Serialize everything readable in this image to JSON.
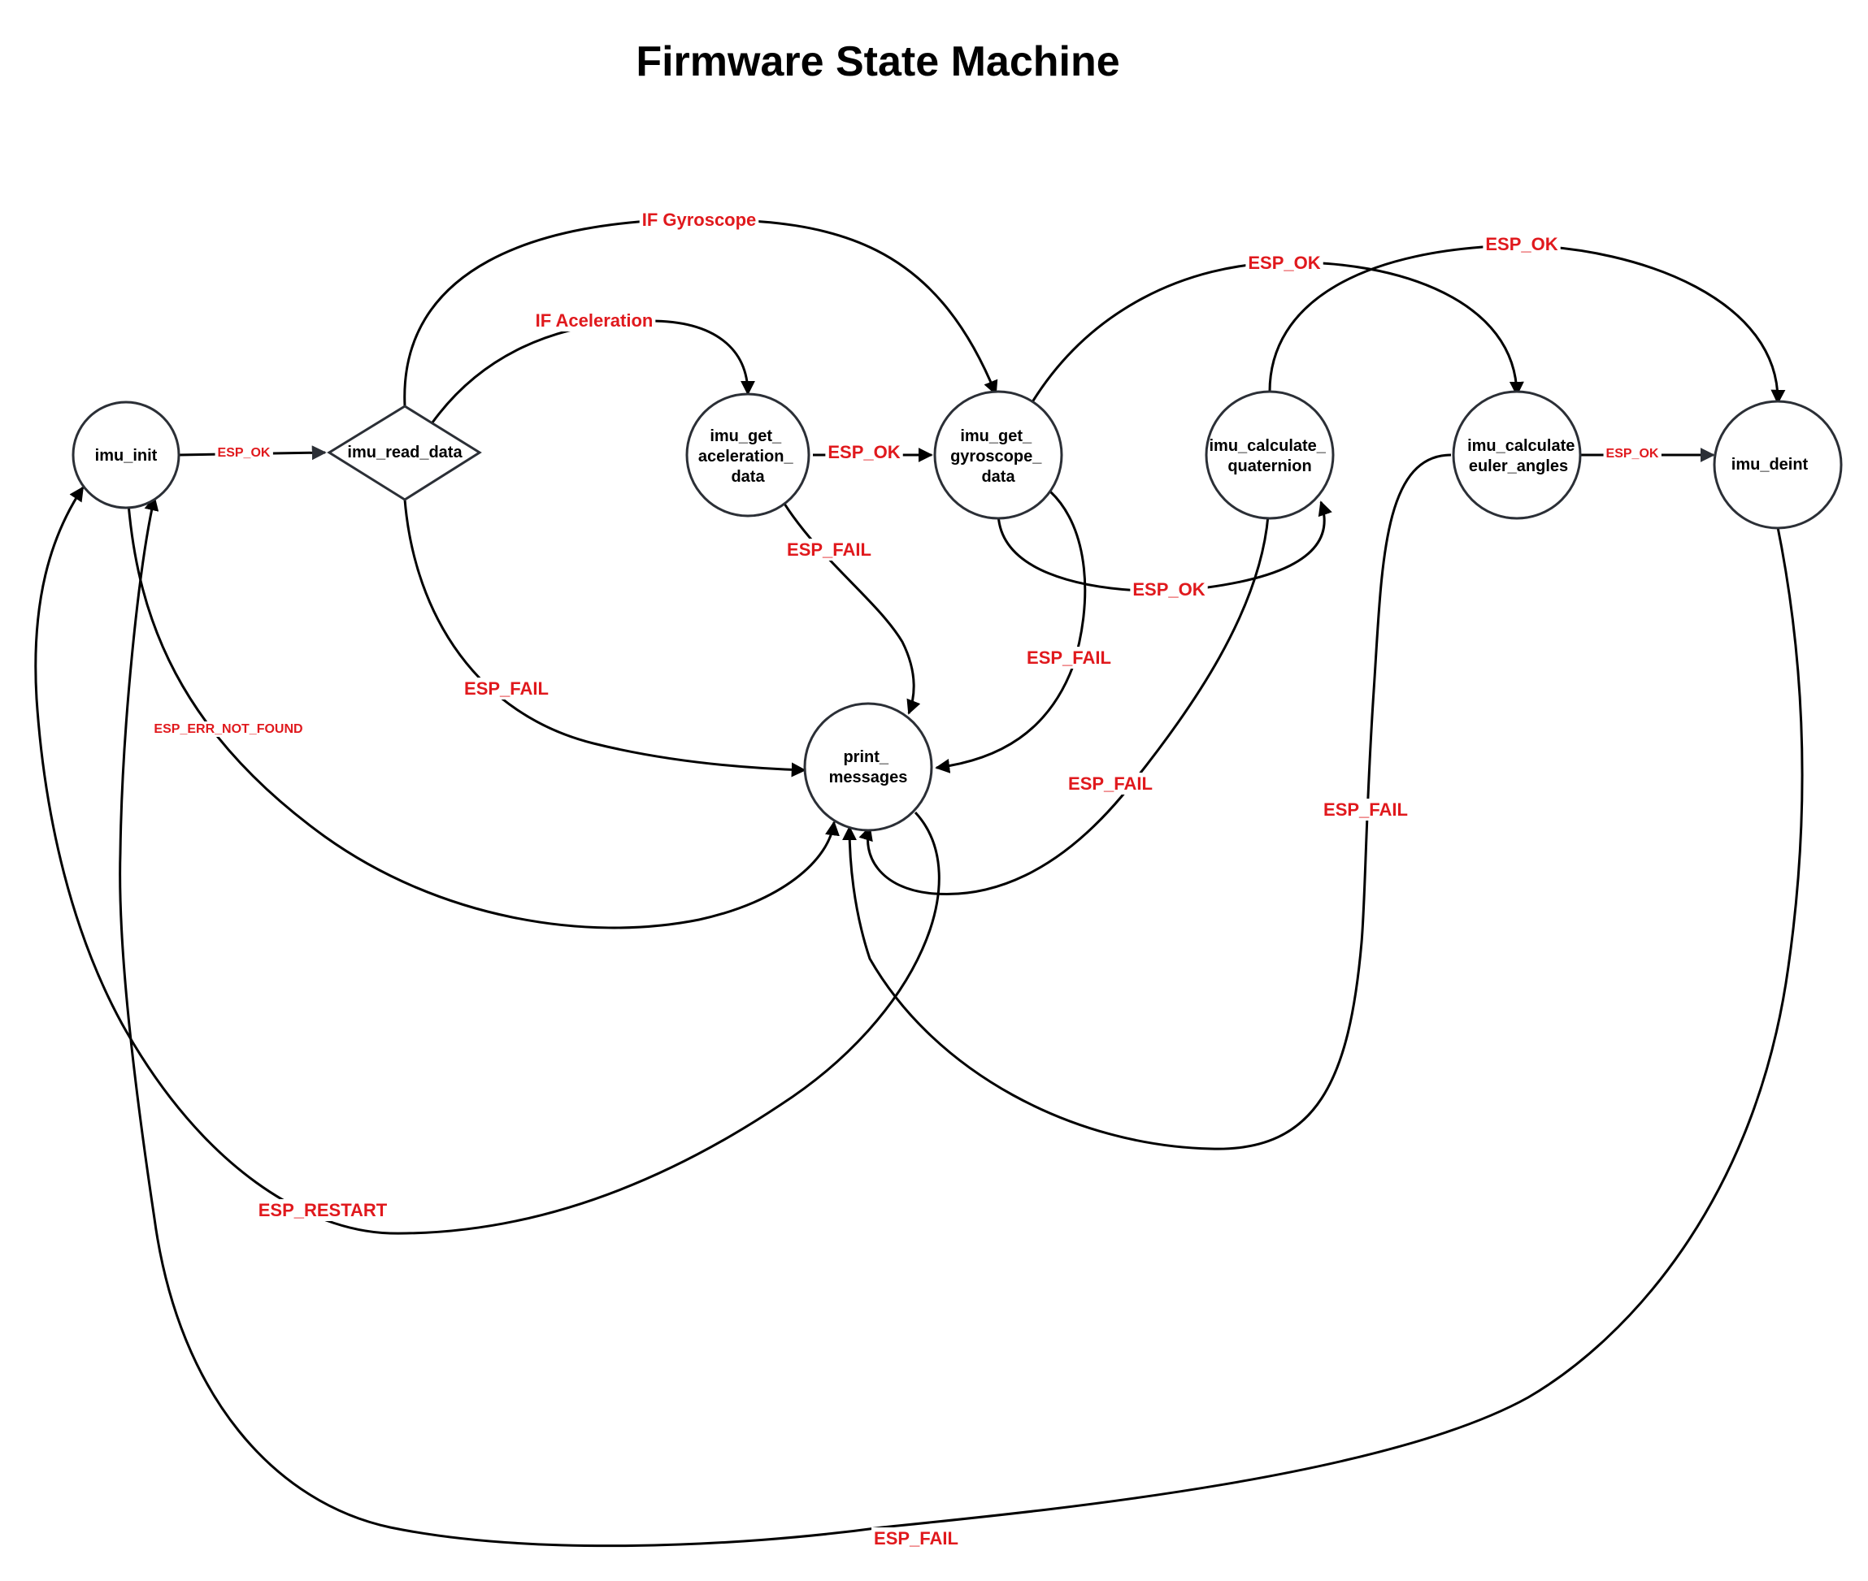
{
  "title": "Firmware State Machine",
  "colors": {
    "node_stroke": "#2b2f36",
    "edge": "#000000",
    "edge_label": "#e0191d",
    "background": "#ffffff"
  },
  "nodes": {
    "imu_init": {
      "shape": "circle",
      "lines": [
        "imu_init"
      ]
    },
    "imu_read_data": {
      "shape": "diamond",
      "lines": [
        "imu_read_data"
      ]
    },
    "imu_get_aceleration_data": {
      "shape": "circle",
      "lines": [
        "imu_get_",
        "aceleration_",
        "data"
      ]
    },
    "imu_get_gyroscope_data": {
      "shape": "circle",
      "lines": [
        "imu_get_",
        "gyroscope_",
        "data"
      ]
    },
    "imu_calculate_quaternion": {
      "shape": "circle",
      "lines": [
        "imu_calculate_",
        "quaternion"
      ]
    },
    "imu_calculate_euler_angles": {
      "shape": "circle",
      "lines": [
        "imu_calculate",
        "euler_angles"
      ]
    },
    "imu_deint": {
      "shape": "circle",
      "lines": [
        "imu_deint"
      ]
    },
    "print_messages": {
      "shape": "circle",
      "lines": [
        "print_",
        "messages"
      ]
    }
  },
  "edges": [
    {
      "id": "init-to-read",
      "from": "imu_init",
      "to": "imu_read_data",
      "label": "ESP_OK"
    },
    {
      "id": "read-to-gyro",
      "from": "imu_read_data",
      "to": "imu_get_gyroscope_data",
      "label": "IF Gyroscope"
    },
    {
      "id": "read-to-accel",
      "from": "imu_read_data",
      "to": "imu_get_aceleration_data",
      "label": "IF Aceleration"
    },
    {
      "id": "accel-to-gyro",
      "from": "imu_get_aceleration_data",
      "to": "imu_get_gyroscope_data",
      "label": "ESP_OK"
    },
    {
      "id": "gyro-to-euler",
      "from": "imu_get_gyroscope_data",
      "to": "imu_calculate_euler_angles",
      "label": "ESP_OK"
    },
    {
      "id": "quat-to-deint",
      "from": "imu_calculate_quaternion",
      "to": "imu_deint",
      "label": "ESP_OK"
    },
    {
      "id": "gyro-to-quat",
      "from": "imu_get_gyroscope_data",
      "to": "imu_calculate_quaternion",
      "label": "ESP_OK"
    },
    {
      "id": "euler-to-deint",
      "from": "imu_calculate_euler_angles",
      "to": "imu_deint",
      "label": "ESP_OK"
    },
    {
      "id": "read-to-print",
      "from": "imu_read_data",
      "to": "print_messages",
      "label": "ESP_FAIL"
    },
    {
      "id": "accel-to-print",
      "from": "imu_get_aceleration_data",
      "to": "print_messages",
      "label": "ESP_FAIL"
    },
    {
      "id": "gyro-to-print",
      "from": "imu_get_gyroscope_data",
      "to": "print_messages",
      "label": "ESP_FAIL"
    },
    {
      "id": "quat-to-print",
      "from": "imu_calculate_quaternion",
      "to": "print_messages",
      "label": "ESP_FAIL"
    },
    {
      "id": "euler-to-print",
      "from": "imu_calculate_euler_angles",
      "to": "print_messages",
      "label": "ESP_FAIL"
    },
    {
      "id": "init-to-print",
      "from": "imu_init",
      "to": "print_messages",
      "label": "ESP_ERR_NOT_FOUND"
    },
    {
      "id": "print-to-init",
      "from": "print_messages",
      "to": "imu_init",
      "label": "ESP_RESTART"
    },
    {
      "id": "deint-to-init",
      "from": "imu_deint",
      "to": "imu_init",
      "label": "ESP_FAIL"
    }
  ]
}
